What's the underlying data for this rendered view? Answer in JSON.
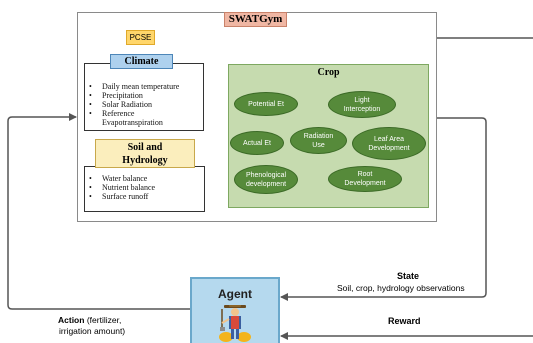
{
  "title": "SWATGym",
  "pcse": "PCSE",
  "climate": {
    "label": "Climate",
    "items": [
      "Daily mean temperature",
      "Precipitation",
      "Solar Radiation",
      "Reference",
      "Evapotranspiration"
    ]
  },
  "soil": {
    "label_line1": "Soil and",
    "label_line2": "Hydrology",
    "items": [
      "Water balance",
      "Nutrient balance",
      "Surface runoff"
    ]
  },
  "crop": {
    "label": "Crop",
    "nodes": [
      {
        "line1": "Potential Et",
        "line2": ""
      },
      {
        "line1": "Light",
        "line2": "Interception"
      },
      {
        "line1": "Actual Et",
        "line2": ""
      },
      {
        "line1": "Radiation",
        "line2": "Use"
      },
      {
        "line1": "Leaf Area",
        "line2": "Development"
      },
      {
        "line1": "Phenological",
        "line2": "development"
      },
      {
        "line1": "Root",
        "line2": "Development"
      }
    ]
  },
  "agent": {
    "label": "Agent"
  },
  "state": {
    "label": "State",
    "detail": "Soil, crop, hydrology observations"
  },
  "reward": {
    "label": "Reward"
  },
  "action": {
    "label": "Action",
    "detail1": "(fertilizer,",
    "detail2": "irrigation amount)"
  }
}
